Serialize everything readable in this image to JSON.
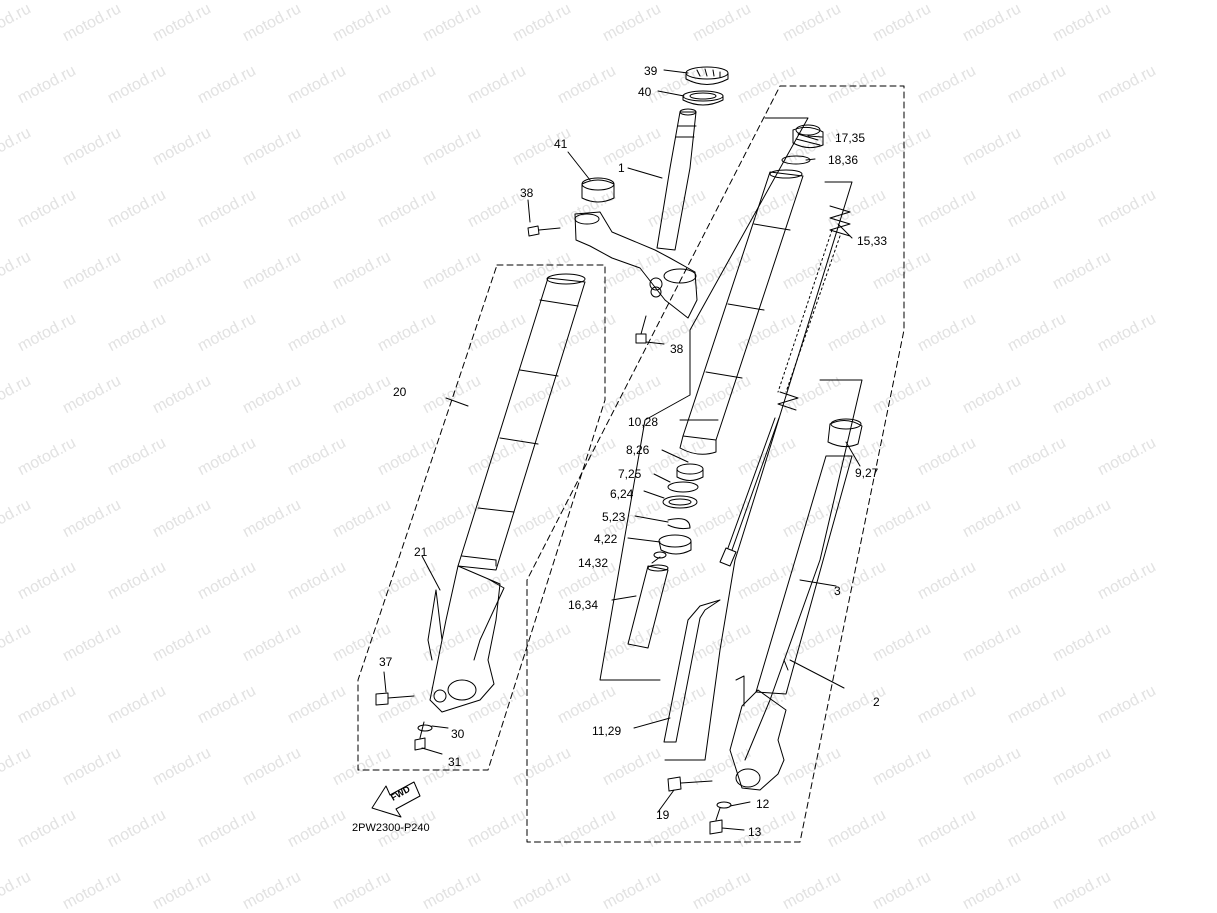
{
  "watermark": "motod.ru",
  "diagram_code": "2PW2300-P240",
  "fwd_label": "FWD",
  "callouts": {
    "c39": "39",
    "c40": "40",
    "c41": "41",
    "c1": "1",
    "c38a": "38",
    "c38b": "38",
    "c17_35": "17,35",
    "c18_36": "18,36",
    "c15_33": "15,33",
    "c20": "20",
    "c10_28": "10,28",
    "c8_26": "8,26",
    "c7_25": "7,25",
    "c6_24": "6,24",
    "c5_23": "5,23",
    "c4_22": "4,22",
    "c14_32": "14,32",
    "c16_34": "16,34",
    "c9_27": "9,27",
    "c3": "3",
    "c21": "21",
    "c37": "37",
    "c30": "30",
    "c31": "31",
    "c2": "2",
    "c11_29": "11,29",
    "c12": "12",
    "c19": "19",
    "c13": "13"
  }
}
